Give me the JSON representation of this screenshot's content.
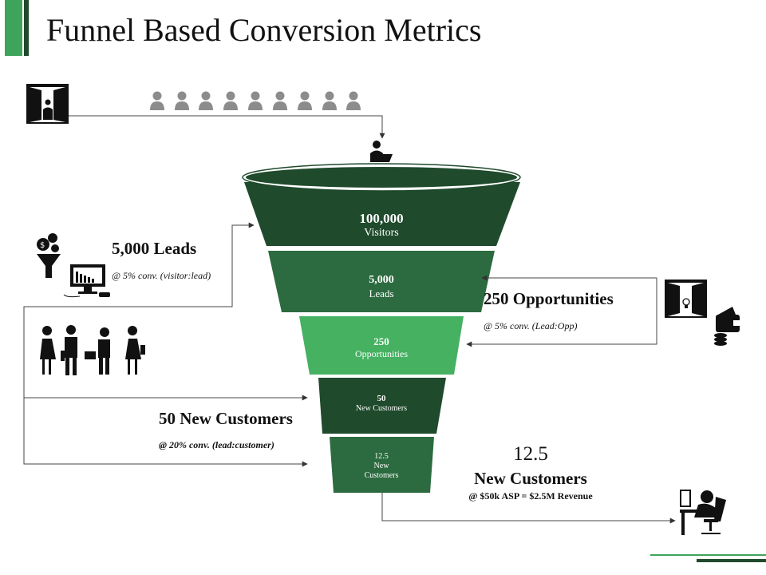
{
  "title": "Funnel Based Conversion Metrics",
  "colors": {
    "dark_green": "#1f4a2c",
    "mid_green": "#2c6b3f",
    "light_green": "#45b161",
    "accent_green": "#3fa45b",
    "icon_gray": "#8c8c8c"
  },
  "funnel": [
    {
      "value": "100,000",
      "label": "Visitors"
    },
    {
      "value": "5,000",
      "label": "Leads"
    },
    {
      "value": "250",
      "label": "Opportunities"
    },
    {
      "value": "50",
      "label": "New Customers"
    },
    {
      "value": "12.5",
      "label": "New Customers"
    }
  ],
  "annotations": {
    "leads": {
      "heading": "5,000 Leads",
      "sub": "@ 5% conv. (visitor:lead)"
    },
    "opportunities": {
      "heading": "250 Opportunities",
      "sub": "@ 5% conv. (Lead:Opp)"
    },
    "new_customers": {
      "heading": "50 New Customers",
      "sub": "@ 20% conv. (lead:customer)"
    },
    "result": {
      "value": "12.5",
      "heading": "New Customers",
      "sub": "@ $50k ASP = $2.5M Revenue"
    }
  },
  "icons": [
    "door-person-icon",
    "visitor-icon",
    "laptop-user-icon",
    "money-funnel-icon",
    "computer-chart-icon",
    "business-people-icon",
    "idea-door-icon",
    "wallet-coins-icon",
    "desk-worker-icon"
  ]
}
